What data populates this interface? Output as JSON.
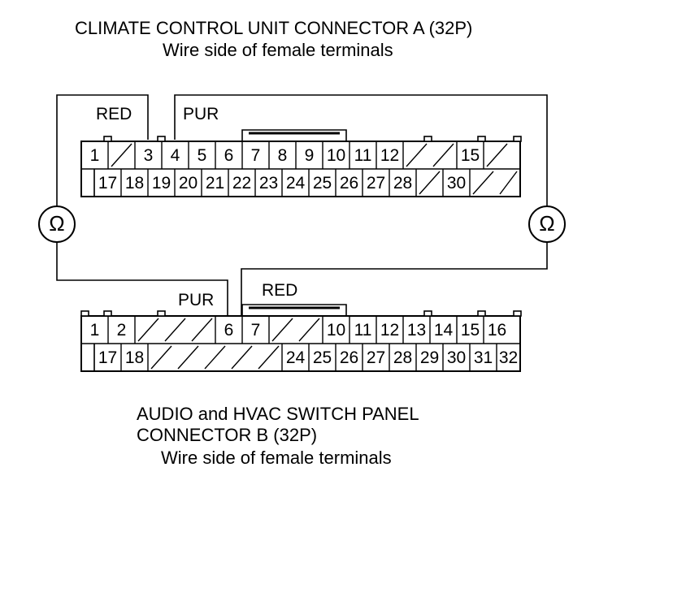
{
  "connector_a": {
    "title": "CLIMATE CONTROL UNIT CONNECTOR A (32P)",
    "subtitle": "Wire side of female terminals",
    "top_row": [
      "1",
      "",
      "3",
      "4",
      "5",
      "6",
      "7",
      "8",
      "9",
      "10",
      "11",
      "12",
      "",
      "",
      "15",
      ""
    ],
    "bottom_row": [
      "",
      "17",
      "18",
      "19",
      "20",
      "21",
      "22",
      "23",
      "24",
      "25",
      "26",
      "27",
      "28",
      "",
      "30",
      "",
      ""
    ]
  },
  "connector_b": {
    "title_line1": "AUDIO and HVAC SWITCH PANEL",
    "title_line2": "CONNECTOR B (32P)",
    "subtitle": "Wire side of female terminals",
    "top_row": [
      "1",
      "2",
      "",
      "",
      "",
      "6",
      "7",
      "",
      "",
      "10",
      "11",
      "12",
      "13",
      "14",
      "15",
      "16"
    ],
    "bottom_row": [
      "",
      "17",
      "18",
      "",
      "",
      "",
      "",
      "",
      "24",
      "25",
      "26",
      "27",
      "28",
      "29",
      "30",
      "31",
      "32"
    ]
  },
  "wires": {
    "red_top": "RED",
    "pur_top": "PUR",
    "pur_bottom": "PUR",
    "red_bottom": "RED"
  },
  "meters": {
    "left_symbol": "Ω",
    "right_symbol": "Ω"
  }
}
